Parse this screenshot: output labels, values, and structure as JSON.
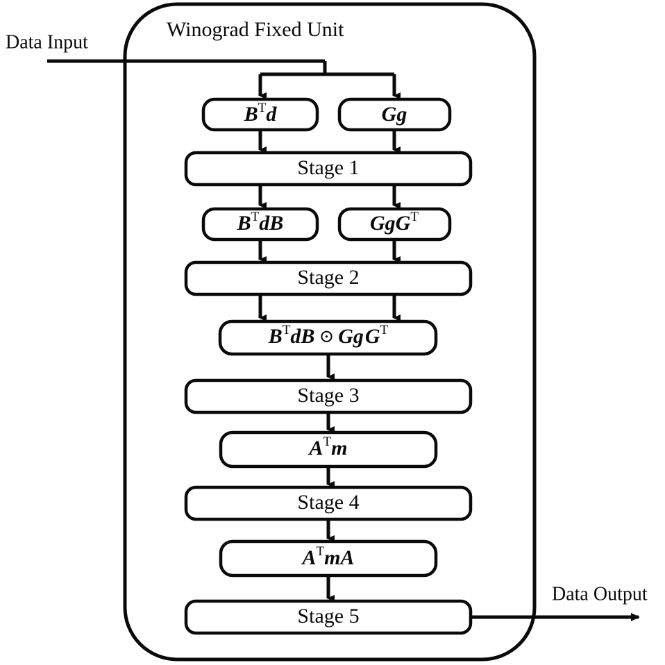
{
  "diagram": {
    "title": "Winograd Fixed Unit",
    "input_label": "Data Input",
    "output_label": "Data Output",
    "colors": {
      "stroke": "#0a0a0a",
      "fill": "#ffffff",
      "background": "#ffffff"
    },
    "nodes": {
      "btd": {
        "base": "B",
        "sup": "T",
        "tail": "d"
      },
      "gg": {
        "base": "Gg"
      },
      "stage1": {
        "label": "Stage 1"
      },
      "btdb": {
        "base": "B",
        "sup": "T",
        "tail": "dB"
      },
      "gggt": {
        "base": "Gg",
        "tail": "G",
        "sup": "T"
      },
      "stage2": {
        "label": "Stage 2"
      },
      "hadamard": {
        "left_base": "B",
        "left_sup": "T",
        "left_tail": "dB",
        "operator": "⊙",
        "right_base": "Gg",
        "right_tail": "G",
        "right_sup": "T"
      },
      "stage3": {
        "label": "Stage 3"
      },
      "atm": {
        "base": "A",
        "sup": "T",
        "tail": "m"
      },
      "stage4": {
        "label": "Stage 4"
      },
      "atma": {
        "base": "A",
        "sup": "T",
        "tail": "mA"
      },
      "stage5": {
        "label": "Stage 5"
      }
    }
  }
}
